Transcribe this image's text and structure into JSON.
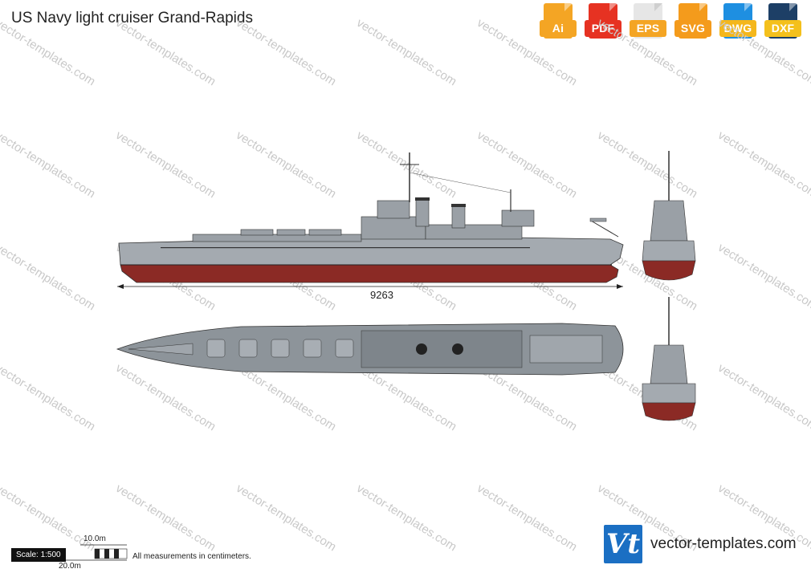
{
  "page": {
    "title": "US Navy light cruiser Grand-Rapids"
  },
  "formats": [
    {
      "label": "Ai",
      "color": "#f4a524"
    },
    {
      "label": "PDF",
      "color": "#e63222"
    },
    {
      "label": "EPS",
      "color": "#f4a524"
    },
    {
      "label": "SVG",
      "color": "#f49b1c"
    },
    {
      "label": "DWG",
      "color": "#1e8fe1"
    },
    {
      "label": "DXF",
      "color": "#1d3f66"
    }
  ],
  "dimension": {
    "length_label": "9263"
  },
  "scale": {
    "label": "Scale: 1:500",
    "short": "10.0m",
    "long": "20.0m"
  },
  "note": "All measurements in centimeters.",
  "brand": {
    "logo": "Vt",
    "name": "vector-templates.com"
  },
  "watermark": "vector-templates.com",
  "colors": {
    "hull_gray": "#9ea4aa",
    "hull_red": "#8b2a25",
    "deck_gray": "#8d949a"
  }
}
